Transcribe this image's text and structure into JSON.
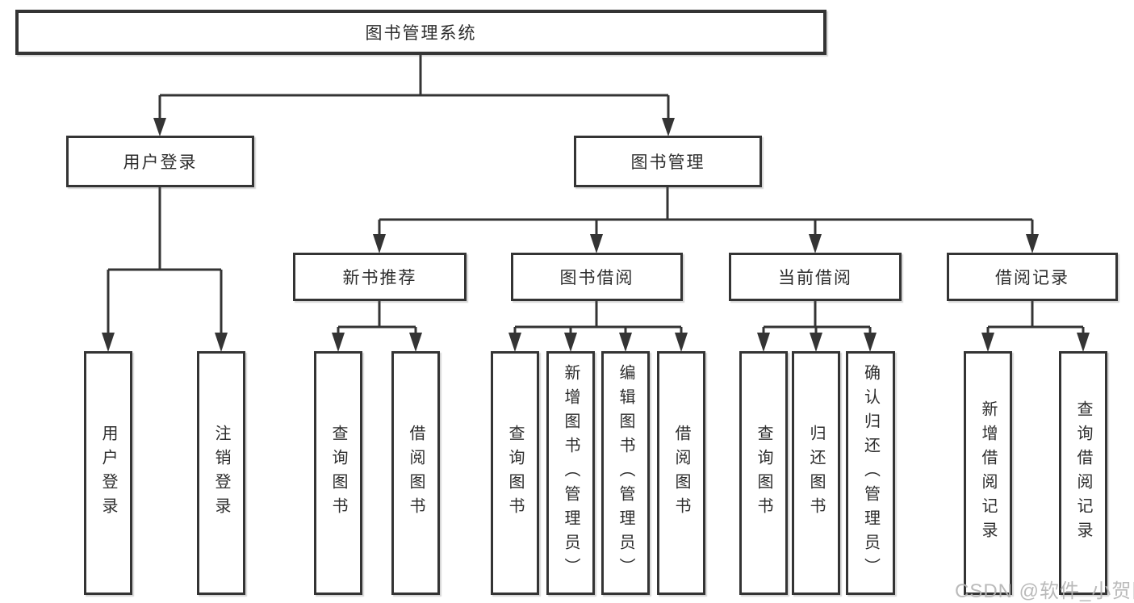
{
  "colors": {
    "line": "#343434",
    "text": "#2d2d2d",
    "boxbg": "#ffffff",
    "watermark": "#b5b5b5"
  },
  "watermark": {
    "text": "CSDN @软件_小贺同学"
  },
  "tree": {
    "root": {
      "label": "图书管理系统"
    },
    "branches": [
      {
        "label": "用户登录",
        "children": [
          {
            "label": "用户登录"
          },
          {
            "label": "注销登录"
          }
        ]
      },
      {
        "label": "图书管理",
        "children": [
          {
            "label": "新书推荐",
            "children": [
              {
                "label": "查询图书"
              },
              {
                "label": "借阅图书"
              }
            ]
          },
          {
            "label": "图书借阅",
            "children": [
              {
                "label": "查询图书"
              },
              {
                "label": "新增图书（管理员）"
              },
              {
                "label": "编辑图书（管理员）"
              },
              {
                "label": "借阅图书"
              }
            ]
          },
          {
            "label": "当前借阅",
            "children": [
              {
                "label": "查询图书"
              },
              {
                "label": "归还图书"
              },
              {
                "label": "确认归还（管理员）"
              }
            ]
          },
          {
            "label": "借阅记录",
            "children": [
              {
                "label": "新增借阅记录"
              },
              {
                "label": "查询借阅记录"
              }
            ]
          }
        ]
      }
    ]
  }
}
